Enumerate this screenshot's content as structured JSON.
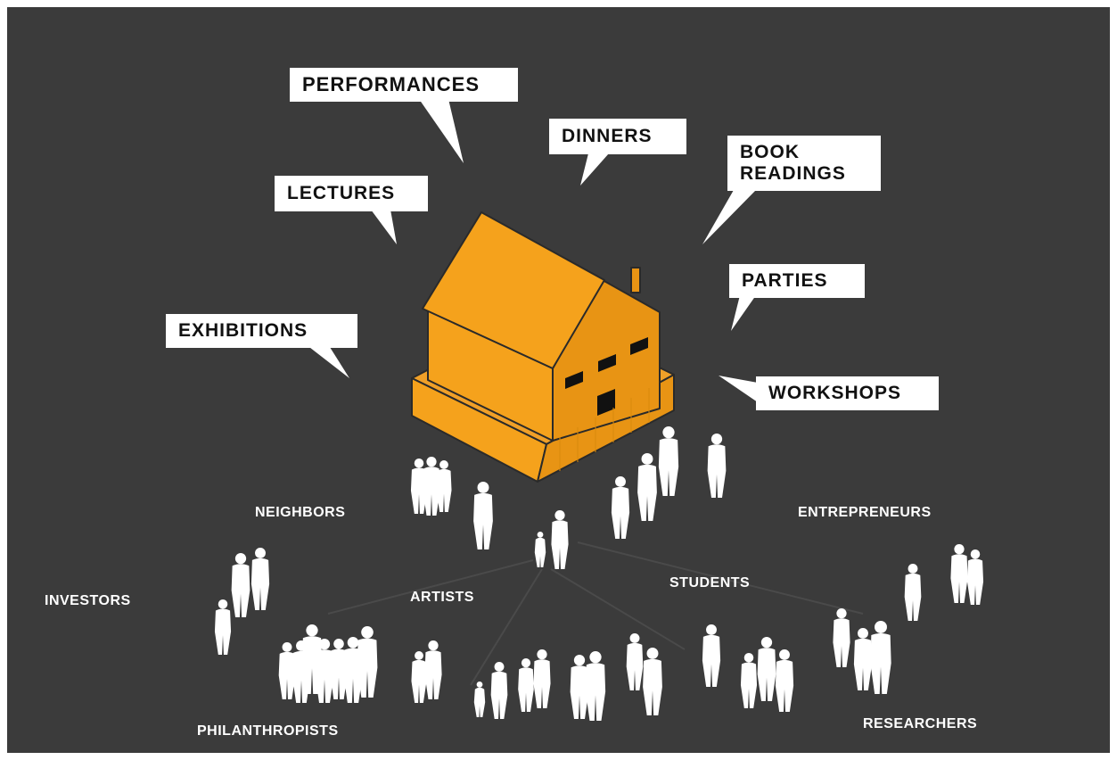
{
  "activities": [
    {
      "id": "performances",
      "text": "PERFORMANCES"
    },
    {
      "id": "dinners",
      "text": "DINNERS"
    },
    {
      "id": "book-readings",
      "lines": [
        "BOOK",
        "READINGS"
      ]
    },
    {
      "id": "lectures",
      "text": "LECTURES"
    },
    {
      "id": "parties",
      "text": "PARTIES"
    },
    {
      "id": "exhibitions",
      "text": "EXHIBITIONS"
    },
    {
      "id": "workshops",
      "text": "WORKSHOPS"
    }
  ],
  "groups": [
    {
      "id": "neighbors",
      "text": "NEIGHBORS"
    },
    {
      "id": "entrepreneurs",
      "text": "ENTREPRENEURS"
    },
    {
      "id": "investors",
      "text": "INVESTORS"
    },
    {
      "id": "artists",
      "text": "ARTISTS"
    },
    {
      "id": "students",
      "text": "STUDENTS"
    },
    {
      "id": "philanthropists",
      "text": "PHILANTHROPISTS"
    },
    {
      "id": "researchers",
      "text": "RESEARCHERS"
    }
  ],
  "colors": {
    "background": "#3b3b3b",
    "house": "#f5a21c",
    "house_dark": "#e08e10",
    "bubble": "#ffffff",
    "figures": "#ffffff"
  }
}
